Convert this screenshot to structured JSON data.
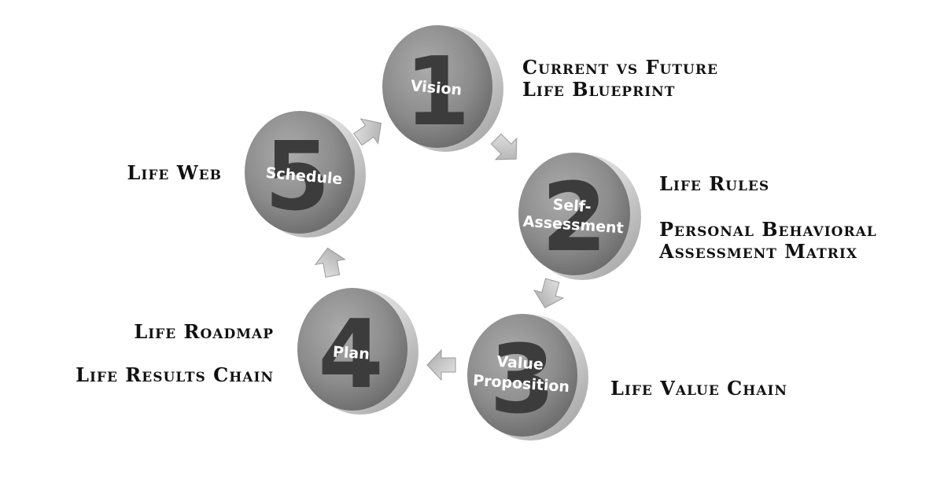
{
  "steps": [
    {
      "number": "1",
      "label_lines": [
        "Vision"
      ]
    },
    {
      "number": "2",
      "label_lines": [
        "Self-",
        "Assessment"
      ]
    },
    {
      "number": "3",
      "label_lines": [
        "Value",
        "Proposition"
      ]
    },
    {
      "number": "4",
      "label_lines": [
        "Plan"
      ]
    },
    {
      "number": "5",
      "label_lines": [
        "Schedule"
      ]
    }
  ],
  "annotations": {
    "vision": [
      "Current vs Future",
      "Life Blueprint"
    ],
    "self_assessment_rules": "Life Rules",
    "self_assessment_matrix": [
      "Personal Behavioral",
      "Assessment Matrix"
    ],
    "value_proposition": "Life Value Chain",
    "plan_roadmap": "Life Roadmap",
    "plan_results": "Life Results Chain",
    "schedule": "Life Web"
  },
  "colors": {
    "disc_face_light": "#a6a6a6",
    "disc_face_dark": "#6e6e6e",
    "disc_edge": "#d9d9d9",
    "number": "#3c3c3c",
    "label": "#ffffff",
    "arrow": "#c8c8c8",
    "text": "#111111"
  }
}
